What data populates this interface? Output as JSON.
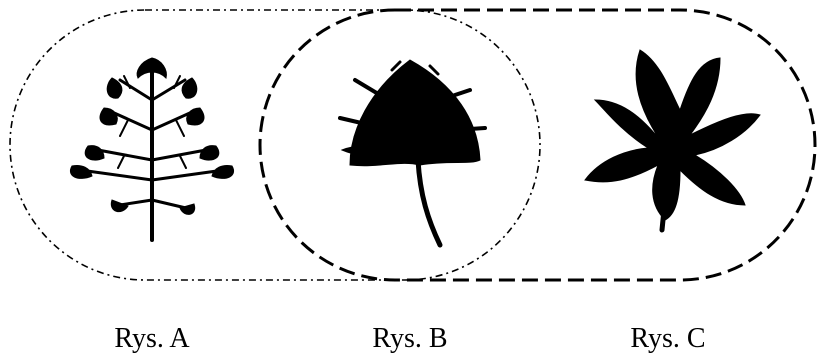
{
  "figures": [
    {
      "caption": "Rys. A",
      "leaf_icon": "finely-divided-leaf-icon"
    },
    {
      "caption": "Rys. B",
      "leaf_icon": "intermediate-lobed-leaf-icon"
    },
    {
      "caption": "Rys. C",
      "leaf_icon": "broad-lobed-leaf-icon"
    }
  ],
  "colors": {
    "ink": "#000000",
    "background": "#ffffff"
  }
}
